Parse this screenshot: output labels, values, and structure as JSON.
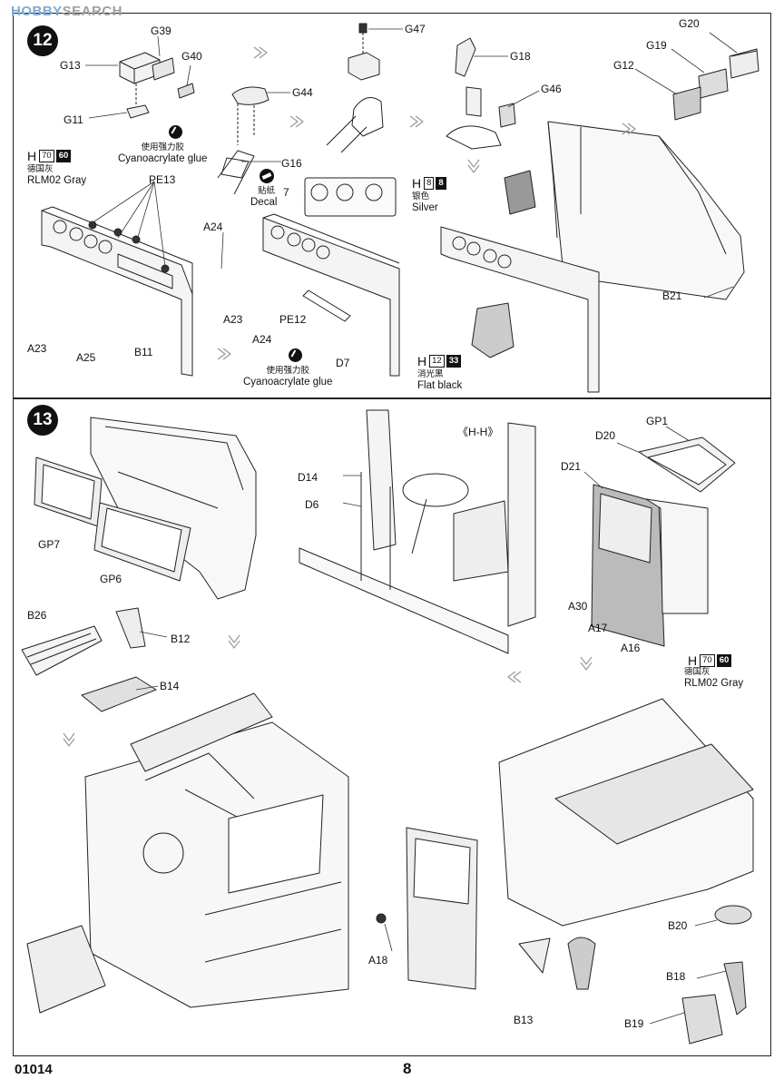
{
  "watermark": {
    "prefix": "HOBBY",
    "suffix": "SEARCH",
    "right": ""
  },
  "steps": {
    "step12": "12",
    "step13": "13"
  },
  "footer": {
    "code": "01014",
    "page": "8"
  },
  "step12": {
    "parts": {
      "G13": "G13",
      "G39": "G39",
      "G40": "G40",
      "G11": "G11",
      "G44": "G44",
      "G47": "G47",
      "G18": "G18",
      "G46": "G46",
      "G20": "G20",
      "G19": "G19",
      "G12": "G12",
      "G16": "G16",
      "PE13": "PE13",
      "A24a": "A24",
      "A24b": "A24",
      "A23a": "A23",
      "A23b": "A23",
      "A25": "A25",
      "B11": "B11",
      "PE12": "PE12",
      "D7": "D7",
      "B21": "B21"
    },
    "glue1": {
      "cn": "使用强力胶",
      "en": "Cyanoacrylate glue"
    },
    "glue2": {
      "cn": "使用强力胶",
      "en": "Cyanoacrylate glue"
    },
    "decal": {
      "cn": "贴纸",
      "en": "Decal",
      "num": "7"
    },
    "paint_gray": {
      "h": "H",
      "c1": "70",
      "c2": "60",
      "cn": "德国灰",
      "en": "RLM02 Gray"
    },
    "paint_silver": {
      "h": "H",
      "c1": "8",
      "c2": "8",
      "cn": "银色",
      "en": "Silver"
    },
    "paint_black": {
      "h": "H",
      "c1": "12",
      "c2": "33",
      "cn": "消光黑",
      "en": "Flat black"
    }
  },
  "step13": {
    "parts": {
      "GP7": "GP7",
      "GP6": "GP6",
      "B26": "B26",
      "B12": "B12",
      "B14": "B14",
      "HH": "《H-H》",
      "D14": "D14",
      "D6": "D6",
      "D20": "D20",
      "GP1": "GP1",
      "D21": "D21",
      "A30": "A30",
      "A17": "A17",
      "A16": "A16",
      "A18": "A18",
      "B13": "B13",
      "B20": "B20",
      "B18": "B18",
      "B19": "B19"
    },
    "paint_gray": {
      "h": "H",
      "c1": "70",
      "c2": "60",
      "cn": "德国灰",
      "en": "RLM02 Gray"
    }
  }
}
